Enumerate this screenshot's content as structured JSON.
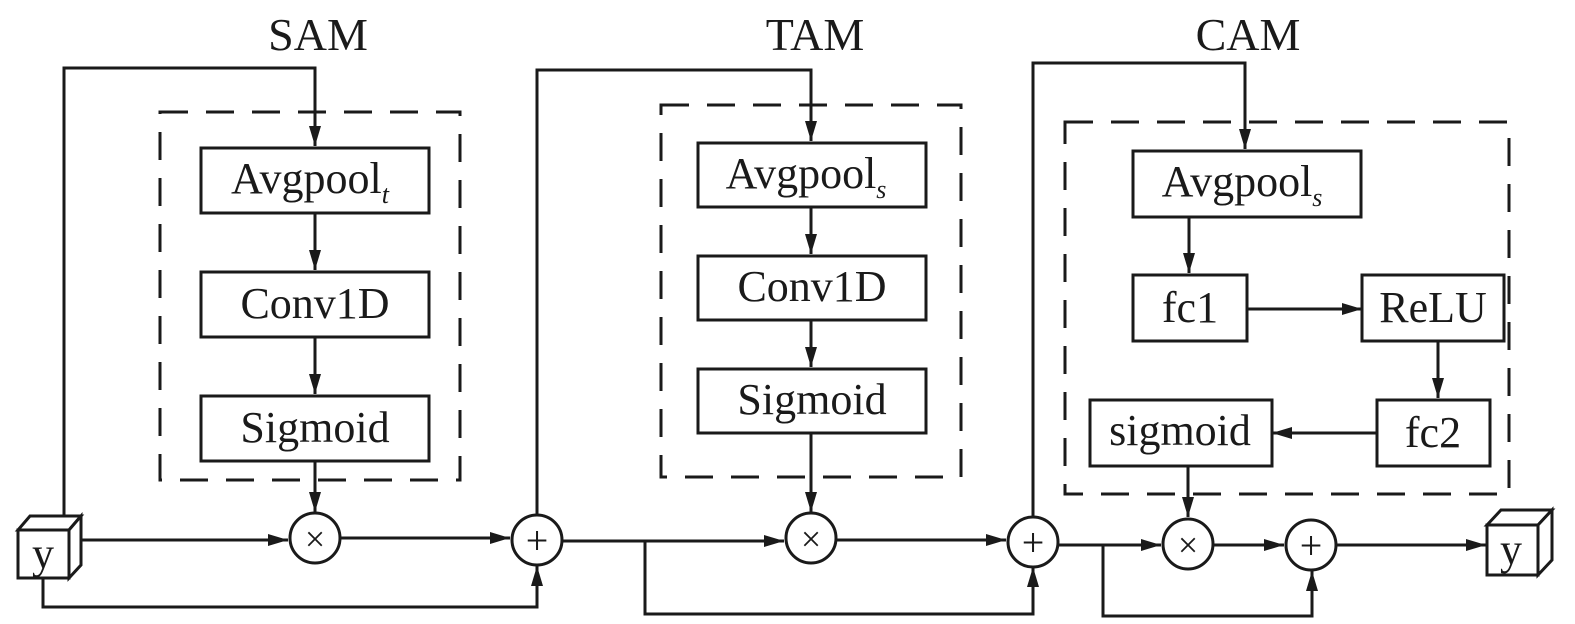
{
  "modules": {
    "sam": {
      "title": "SAM",
      "blocks": [
        {
          "label": "Avgpool",
          "subscript": "t"
        },
        {
          "label": "Conv1D"
        },
        {
          "label": "Sigmoid"
        }
      ]
    },
    "tam": {
      "title": "TAM",
      "blocks": [
        {
          "label": "Avgpool",
          "subscript": "s"
        },
        {
          "label": "Conv1D"
        },
        {
          "label": "Sigmoid"
        }
      ]
    },
    "cam": {
      "title": "CAM",
      "blocks": [
        {
          "label": "Avgpool",
          "subscript": "s"
        },
        {
          "label": "fc1"
        },
        {
          "label": "ReLU"
        },
        {
          "label": "fc2"
        },
        {
          "label": "sigmoid"
        }
      ]
    }
  },
  "io": {
    "input_label": "y",
    "output_label": "y"
  },
  "operators": {
    "multiply": "×",
    "add": "+"
  }
}
